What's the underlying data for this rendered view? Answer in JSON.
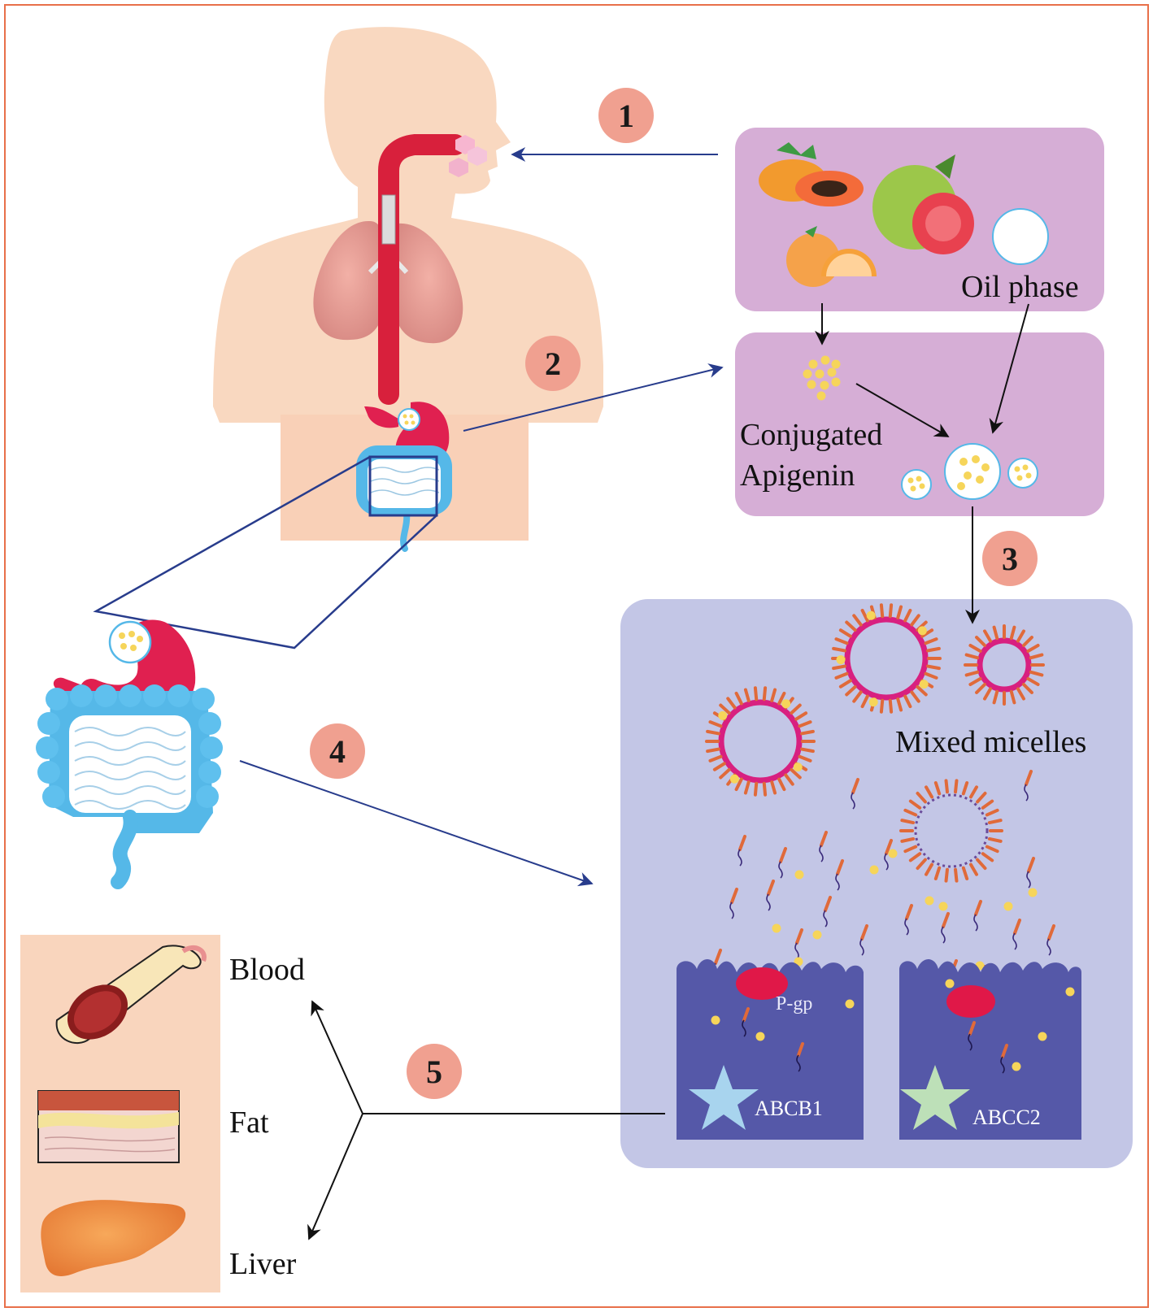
{
  "steps": [
    "1",
    "2",
    "3",
    "4",
    "5"
  ],
  "labels": {
    "oil_phase": "Oil phase",
    "conjugated": "Conjugated",
    "apigenin": "Apigenin",
    "mixed_micelles": "Mixed micelles",
    "pgp": "P-gp",
    "abcb1": "ABCB1",
    "abcc2": "ABCC2",
    "blood": "Blood",
    "fat": "Fat",
    "liver": "Liver"
  },
  "colors": {
    "frame": "#e8704a",
    "skin": "#f9d8c0",
    "purple_box": "#d6aed6",
    "micelle_box": "#c3c6e6",
    "arrow_blue": "#283c8c",
    "step_circle": "#f0a090",
    "esophagus": "#d8203c",
    "stomach": "#e02050",
    "intestine": "#55b8e8",
    "cell": "#5558a8",
    "apigenin_dot": "#f6d55a",
    "micelle_head": "#e06a3a",
    "micelle_tail": "#d82080",
    "pgp": "#e01848",
    "abcb1_star": "#a8d4ee",
    "abcc2_star": "#bde0b8",
    "tissue_panel": "#f9d5bd"
  }
}
